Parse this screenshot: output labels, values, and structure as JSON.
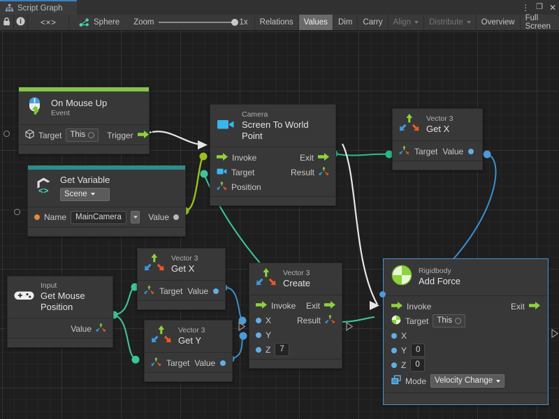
{
  "window": {
    "tab_label": "Script Graph",
    "tab_icon": "script-graph-icon",
    "menu_icon": "kebab-menu-icon",
    "maximize_icon": "maximize-icon",
    "close_icon": "close-icon"
  },
  "toolbar": {
    "lock_icon": "lock-icon",
    "info_icon": "info-icon",
    "code_icon": "code-brackets-icon",
    "target_object": "Sphere",
    "target_icon": "sphere-graph-icon",
    "zoom_label": "Zoom",
    "zoom_value": "1x",
    "buttons": [
      {
        "label": "Relations",
        "state": "normal"
      },
      {
        "label": "Values",
        "state": "selected"
      },
      {
        "label": "Dim",
        "state": "normal"
      },
      {
        "label": "Carry",
        "state": "normal"
      },
      {
        "label": "Align",
        "state": "disabled",
        "caret": true
      },
      {
        "label": "Distribute",
        "state": "disabled",
        "caret": true
      },
      {
        "label": "Overview",
        "state": "normal"
      },
      {
        "label": "Full Screen",
        "state": "normal"
      }
    ]
  },
  "nodes": {
    "on_mouse_up": {
      "subtitle": "On Mouse Up",
      "title": "Event",
      "icon": "mouse-event-icon",
      "accent_color": "#84c44a",
      "target_label": "Target",
      "target_value": "This",
      "target_icon": "cube-icon",
      "trigger_label": "Trigger"
    },
    "get_variable": {
      "subtitle": "Get Variable",
      "title": "Scene",
      "icon": "unity-variable-icon",
      "accent_color": "#2d8c8c",
      "name_label": "Name",
      "name_value": "MainCamera",
      "value_label": "Value"
    },
    "camera_screen_to_world": {
      "subtitle": "Camera",
      "title": "Screen To World Point",
      "icon": "camera-icon",
      "invoke_label": "Invoke",
      "exit_label": "Exit",
      "target_label": "Target",
      "result_label": "Result",
      "position_label": "Position"
    },
    "vector3_get_x_top": {
      "subtitle": "Vector 3",
      "title": "Get X",
      "icon": "vector3-icon",
      "target_label": "Target",
      "value_label": "Value"
    },
    "input_get_mouse_position": {
      "subtitle": "Input",
      "title": "Get Mouse Position",
      "icon": "gamepad-icon",
      "value_label": "Value"
    },
    "vector3_get_x_mid": {
      "subtitle": "Vector 3",
      "title": "Get X",
      "icon": "vector3-icon",
      "target_label": "Target",
      "value_label": "Value"
    },
    "vector3_get_y_mid": {
      "subtitle": "Vector 3",
      "title": "Get Y",
      "icon": "vector3-icon",
      "target_label": "Target",
      "value_label": "Value"
    },
    "vector3_create": {
      "subtitle": "Vector 3",
      "title": "Create",
      "icon": "vector3-icon",
      "invoke_label": "Invoke",
      "exit_label": "Exit",
      "x_label": "X",
      "y_label": "Y",
      "z_label": "Z",
      "z_value": "7",
      "result_label": "Result"
    },
    "rigidbody_add_force": {
      "subtitle": "Rigidbody",
      "title": "Add Force",
      "icon": "rigidbody-icon",
      "selected": true,
      "selection_color": "#4b93d1",
      "invoke_label": "Invoke",
      "exit_label": "Exit",
      "target_label": "Target",
      "target_value": "This",
      "x_label": "X",
      "y_label": "Y",
      "y_value": "0",
      "z_label": "Z",
      "z_value": "0",
      "mode_label": "Mode",
      "mode_value": "Velocity Change",
      "mode_icon": "layers-icon"
    }
  },
  "wire_colors": {
    "control_flow": "#e6e6e6",
    "object_reference": "#97c020",
    "vector": "#3ec49a",
    "float": "#3d8fc9"
  }
}
